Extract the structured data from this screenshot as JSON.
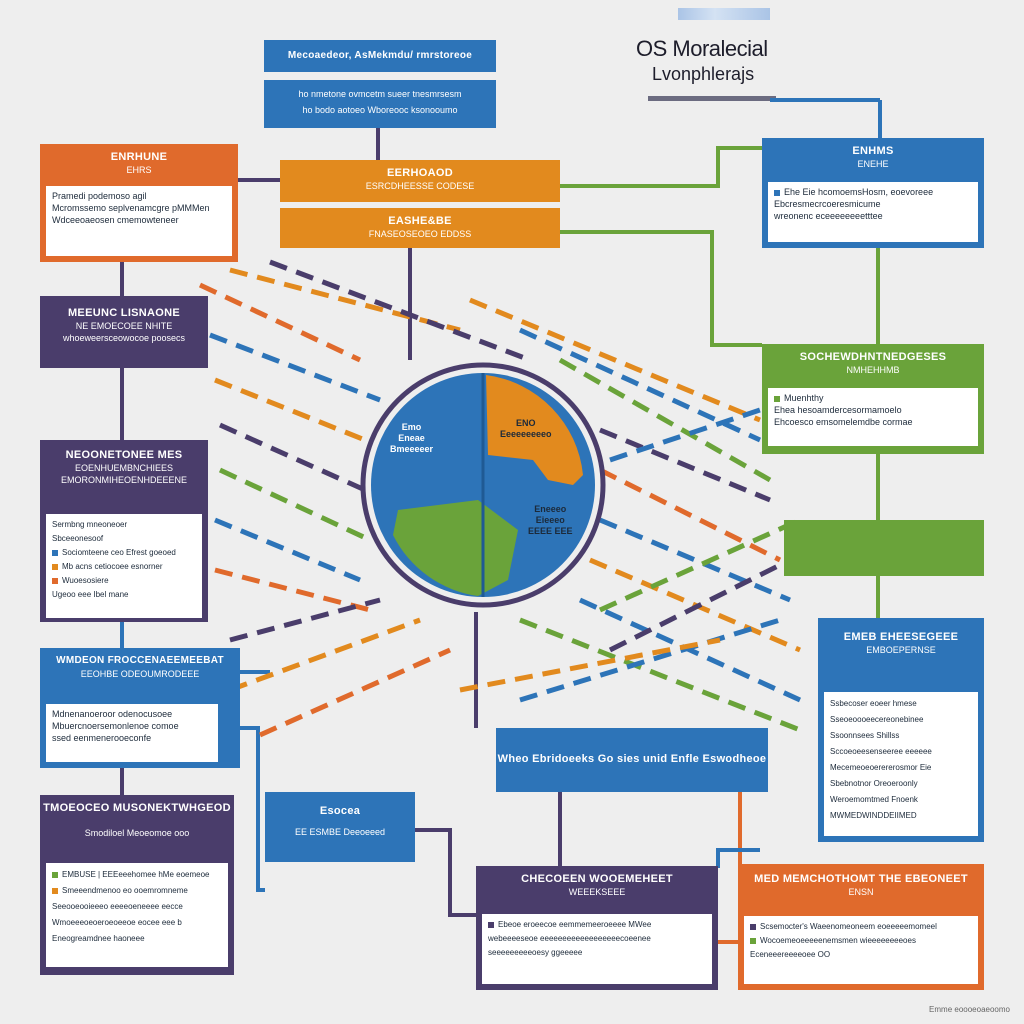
{
  "header": {
    "title": "OS Moralecial",
    "subtitle": "Lvonphlerajs"
  },
  "nodes": {
    "top_blue": {
      "title": "Mecoaedeor, AsMekmdu/ rmrstoreoe",
      "line1": "ho nmetone ovmcetm sueer tnesmrsesm",
      "line2": "ho bodo aotoeo Wboreooc ksonooumo"
    },
    "orange_left": {
      "title": "ENRHUNE",
      "sub": "EHRS",
      "line1": "Pramedi podemoso agil",
      "line2": "Mcromssemo seplvenamcgre pMMMen",
      "line3": "Wdceeoaeosen cmemowteneer"
    },
    "amber_1": {
      "title": "EERHOAOD",
      "sub": "ESRCDHEESSE CODESE"
    },
    "amber_2": {
      "title": "EASHE&BE",
      "sub": "FNASEOSEOEO EDDSS"
    },
    "blue_right_top": {
      "title": "ENHMS",
      "sub": "ENEHE",
      "line1": "Ehe Eie hcomoemsHosm, eoevoreee",
      "line2": "Ebcresmecrcoeresmicume",
      "line3": "wreonenc eceeeeeeeetttee"
    },
    "purple_1": {
      "title": "MEEUNC LISNAONE",
      "sub": "NE EMOECOEE NHITE",
      "line1": "whoeweersceowocoe poosecs"
    },
    "green_right": {
      "title": "SOCHEWDHNTNEDGESES",
      "sub": "NMHEHHMB",
      "line1": "Muenhthy",
      "line2": "Ehea hesoamdercesormamoelo",
      "line3": "Ehcoesco emsomelemdbe cormae"
    },
    "purple_2": {
      "title": "NEOONETONEE MES",
      "sub": "EOENHUEMBNCHIEES",
      "line1": "EMORONMIHEOENHDEEENE",
      "line2": "Sermbng mneoneoer",
      "line3": "Sbceeonesoof",
      "line4": "Sociomteene ceo Efrest goeoed",
      "line5": "Mb acns cetiocoee esnorner",
      "line6": "Wuoesosiere",
      "line7": "Ugeoo eee Ibel mane"
    },
    "green_right_2": {},
    "blue_left": {
      "title": "WMDEON FROCCENAEEMEEBAT",
      "sub": "EEOHBE ODEOUMRODEEE",
      "line1": "Mdnenanoeroor odenocusoee",
      "line2": "Mbuercnoersemonlenoe comoe",
      "line3": "ssed eenmenerooeconfe"
    },
    "blue_right_2": {
      "title": "EMEB EHEESEGEEE",
      "sub": "EMBOEPERNSE",
      "line1": "Ssbecoser eoeer hmese",
      "line2": "Sseoeoooeecereonebinee",
      "line3": "Ssoonnsees Shillss",
      "line4": "Sccoeoeesenseeree eeeeee",
      "line5": "Mecemeoeoerererosmor Eie",
      "line6": "Sbebnotnor Oreoeroonly",
      "line7": "Weroemomtmed Fnoenk",
      "line8": "MWMEDWINDDEIIMED"
    },
    "center_blue": {
      "title": "Wheo Ebridoeeks Go sies unid Enfle Eswodheoe"
    },
    "purple_3": {
      "title": "TMOEOCEO MUSONEKTWHGEOD",
      "sub": "Smodiloel Meoeomoe ooo",
      "line1": "EMBUSE | EEEeeehomee hMe eoemeoe",
      "line2": "Smeeendmenoo eo ooemromneme",
      "line3": "Seeooeooieeeo eeeeoeneeee eecce",
      "line4": "Wmoeeeoeoeroeoeeoe eocee eee b",
      "line5": "Eneogreamdnee haoneee"
    },
    "blue_small": {
      "title": "Esocea",
      "sub": "EE ESMBE Deeoeeed"
    },
    "purple_4": {
      "title": "CHECOEEN WOOEMEHEET",
      "sub": "WEEEKSEEE",
      "line1": "Ebeoe eroeecoe eemmemeeroeeee MWee",
      "line2": "webeeeeseoe eeeeeeeeeeeeeeeeeecoeenee",
      "line3": "seeeeeeeeeoesy ggeeeee"
    },
    "orange_right": {
      "title": "MED MEMCHOTHOMT THE EBEONEET",
      "sub": "ENSN",
      "line1": "Scsemocter's Waeenomeoneem eoeeeeemomeel",
      "line2": "Wocoemeoeeeeenemsmen wieeeeeeeeoes",
      "line3": "Eceneeereeeeoee OO"
    }
  },
  "globe": {
    "label_left": [
      "Emo",
      "Eneae",
      "Bmeeeeer"
    ],
    "label_right_top": [
      "ENO",
      "Eeeeeeeeeo"
    ],
    "label_right_bottom": [
      "Eneeeo",
      "Eieeeo",
      "EEEE EEE"
    ]
  },
  "footer": {
    "corner": "Emme eoooeoaeoomo"
  },
  "colors": {
    "blue": "#2d74b8",
    "orange": "#e06a2c",
    "amber": "#e28a1e",
    "purple": "#4a3d6b",
    "green": "#6aa33a",
    "background": "#eeeeee"
  }
}
